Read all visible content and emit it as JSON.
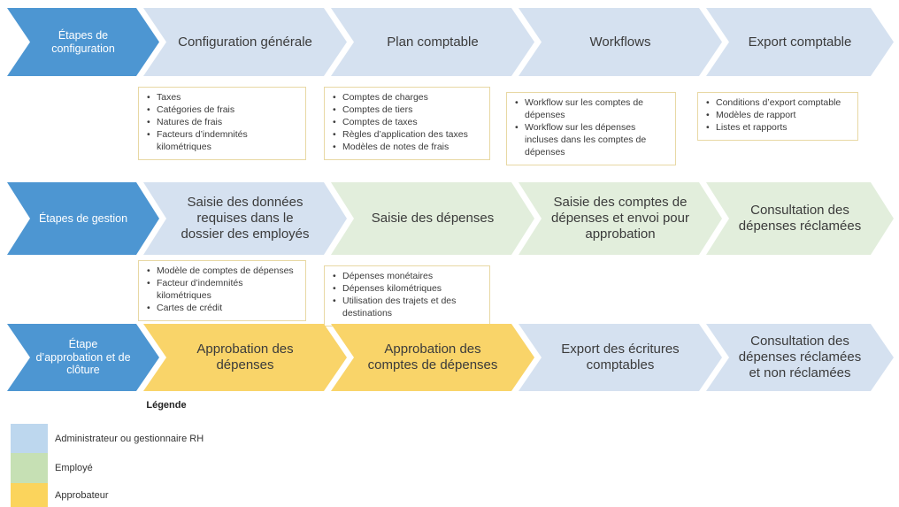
{
  "rows": [
    {
      "stage": "Étapes de configuration",
      "steps": [
        {
          "label": "Configuration générale",
          "role": "admin"
        },
        {
          "label": "Plan comptable",
          "role": "admin"
        },
        {
          "label": "Workflows",
          "role": "admin"
        },
        {
          "label": "Export comptable",
          "role": "admin"
        }
      ],
      "detail_boxes": [
        {
          "items": [
            "Taxes",
            "Catégories de frais",
            "Natures de frais",
            "Facteurs d’indemnités kilométriques"
          ]
        },
        {
          "items": [
            "Comptes de charges",
            "Comptes de tiers",
            "Comptes de taxes",
            "Règles d’application des taxes",
            "Modèles de notes de frais"
          ]
        },
        {
          "items": [
            "Workflow sur les comptes de dépenses",
            "Workflow sur les dépenses incluses dans les comptes de dépenses"
          ]
        },
        {
          "items": [
            "Conditions d’export comptable",
            "Modèles de rapport",
            "Listes et rapports"
          ]
        }
      ]
    },
    {
      "stage": "Étapes de gestion",
      "steps": [
        {
          "label": "Saisie des données requises dans le dossier des employés",
          "role": "admin"
        },
        {
          "label": "Saisie des dépenses",
          "role": "employee"
        },
        {
          "label": "Saisie des comptes de dépenses et envoi pour approbation",
          "role": "employee"
        },
        {
          "label": "Consultation des dépenses réclamées",
          "role": "employee"
        }
      ],
      "detail_boxes": [
        {
          "items": [
            "Modèle de comptes de dépenses",
            "Facteur d’indemnités kilométriques",
            "Cartes de crédit"
          ]
        },
        {
          "items": [
            "Dépenses monétaires",
            "Dépenses kilométriques",
            "Utilisation des trajets et des destinations"
          ]
        }
      ]
    },
    {
      "stage": "Étape d’approbation et de clôture",
      "steps": [
        {
          "label": "Approbation des dépenses",
          "role": "approver"
        },
        {
          "label": "Approbation des comptes de dépenses",
          "role": "approver"
        },
        {
          "label": "Export des écritures comptables",
          "role": "admin"
        },
        {
          "label": "Consultation des dépenses réclamées et non réclamées",
          "role": "admin"
        }
      ],
      "detail_boxes": []
    }
  ],
  "legend": {
    "title": "Légende",
    "items": [
      {
        "label": "Administrateur ou gestionnaire RH",
        "color": "#bdd7ee"
      },
      {
        "label": "Employé",
        "color": "#c6e0b4"
      },
      {
        "label": "Approbateur",
        "color": "#fbd45c"
      }
    ]
  },
  "colors": {
    "stage_chevron": "#4d96d2",
    "admin_chevron": "#d5e1f0",
    "employee_chevron": "#e2eedc",
    "approver_chevron": "#f9d469",
    "detail_box_border": "#e8d8a4"
  }
}
